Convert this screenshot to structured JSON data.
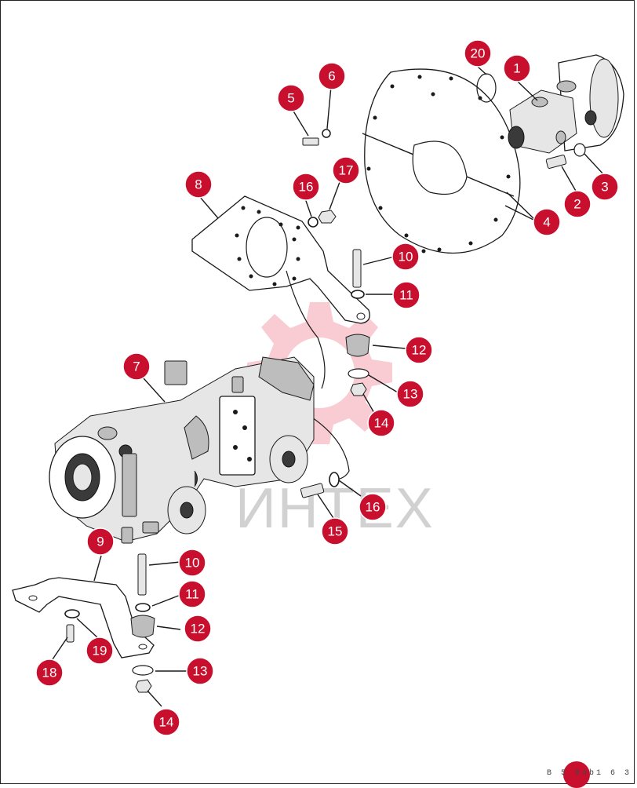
{
  "diagram": {
    "watermark": {
      "text": "ИНТЕХ",
      "color": "#e84a5f"
    },
    "drawing_code": "B 5 04b1 6 3",
    "accent_color": "#c8102e",
    "callouts": [
      {
        "id": "c1",
        "label": "1"
      },
      {
        "id": "c2",
        "label": "2"
      },
      {
        "id": "c3",
        "label": "3"
      },
      {
        "id": "c4",
        "label": "4"
      },
      {
        "id": "c5",
        "label": "5"
      },
      {
        "id": "c6",
        "label": "6"
      },
      {
        "id": "c7",
        "label": "7"
      },
      {
        "id": "c8",
        "label": "8"
      },
      {
        "id": "c9",
        "label": "9"
      },
      {
        "id": "c10a",
        "label": "10"
      },
      {
        "id": "c10b",
        "label": "10"
      },
      {
        "id": "c11a",
        "label": "11"
      },
      {
        "id": "c11b",
        "label": "11"
      },
      {
        "id": "c12a",
        "label": "12"
      },
      {
        "id": "c12b",
        "label": "12"
      },
      {
        "id": "c13a",
        "label": "13"
      },
      {
        "id": "c13b",
        "label": "13"
      },
      {
        "id": "c14a",
        "label": "14"
      },
      {
        "id": "c14b",
        "label": "14"
      },
      {
        "id": "c15",
        "label": "15"
      },
      {
        "id": "c16a",
        "label": "16"
      },
      {
        "id": "c16b",
        "label": "16"
      },
      {
        "id": "c17",
        "label": "17"
      },
      {
        "id": "c18",
        "label": "18"
      },
      {
        "id": "c19",
        "label": "19"
      },
      {
        "id": "c20",
        "label": "20"
      }
    ]
  }
}
